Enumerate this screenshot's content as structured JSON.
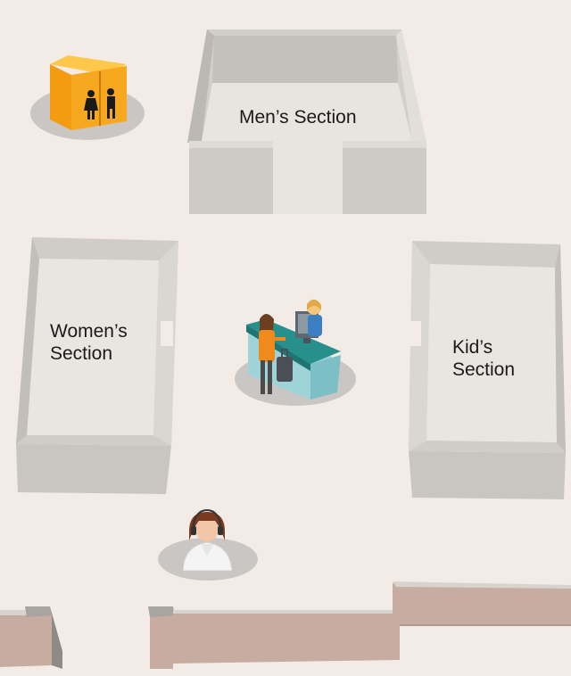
{
  "sections": {
    "men": {
      "name": "Men’s Section"
    },
    "women": {
      "line1": "Women’s",
      "line2": "Section"
    },
    "kids": {
      "line1": "Kid’s",
      "line2": "Section"
    }
  },
  "icons": {
    "restroom": "restroom-icon",
    "checkout": "checkout-counter-icon",
    "support": "customer-support-agent-icon"
  },
  "colors": {
    "floor": "#f3ece6",
    "section_wall": "#d6d3cf",
    "section_floor": "#e9e6e1",
    "outer_wall": "#c7aca2",
    "restroom": "#f7a81f",
    "counter": "#27908d",
    "shadow": "#c9c6c3"
  }
}
